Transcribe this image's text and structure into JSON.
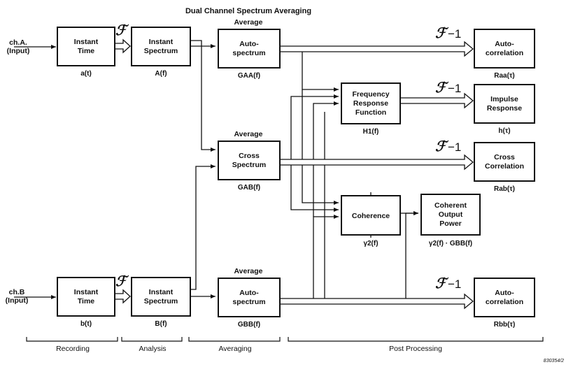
{
  "title": "Dual Channel Spectrum Averaging",
  "inputs": {
    "a": [
      "ch.A.",
      "(Input)"
    ],
    "b": [
      "ch.B",
      "(Input)"
    ]
  },
  "transform_symbol": "ℱ",
  "inverse_transform_suffix": "−1",
  "boxes": {
    "instant_time_a": {
      "lines": [
        "Instant",
        "Time"
      ],
      "label": "a(t)"
    },
    "instant_spectrum_a": {
      "lines": [
        "Instant",
        "Spectrum"
      ],
      "label": "A(f)"
    },
    "autospectrum_a": {
      "heading": "Average",
      "lines": [
        "Auto-",
        "spectrum"
      ],
      "label": "GAA(f)"
    },
    "cross_spectrum": {
      "heading": "Average",
      "lines": [
        "Cross",
        "Spectrum"
      ],
      "label": "GAB(f)"
    },
    "autospectrum_b": {
      "heading": "Average",
      "lines": [
        "Auto-",
        "spectrum"
      ],
      "label": "GBB(f)"
    },
    "instant_time_b": {
      "lines": [
        "Instant",
        "Time"
      ],
      "label": "b(t)"
    },
    "instant_spectrum_b": {
      "lines": [
        "Instant",
        "Spectrum"
      ],
      "label": "B(f)"
    },
    "frequency_response": {
      "lines": [
        "Frequency",
        "Response",
        "Function"
      ],
      "label": "H1(f)"
    },
    "coherence": {
      "lines": [
        "Coherence"
      ],
      "label": "γ2(f)"
    },
    "coherent_output": {
      "lines": [
        "Coherent",
        "Output",
        "Power"
      ],
      "label": "γ2(f) · GBB(f)"
    },
    "autocorrelation_a": {
      "lines": [
        "Auto-",
        "correlation"
      ],
      "label": "Raa(τ)"
    },
    "impulse_response": {
      "lines": [
        "Impulse",
        "Response"
      ],
      "label": "h(τ)"
    },
    "cross_correlation": {
      "lines": [
        "Cross",
        "Correlation"
      ],
      "label": "Rab(τ)"
    },
    "autocorrelation_b": {
      "lines": [
        "Auto-",
        "correlation"
      ],
      "label": "Rbb(τ)"
    }
  },
  "stages": [
    "Recording",
    "Analysis",
    "Averaging",
    "Post Processing"
  ],
  "figure_code": "830354/2"
}
